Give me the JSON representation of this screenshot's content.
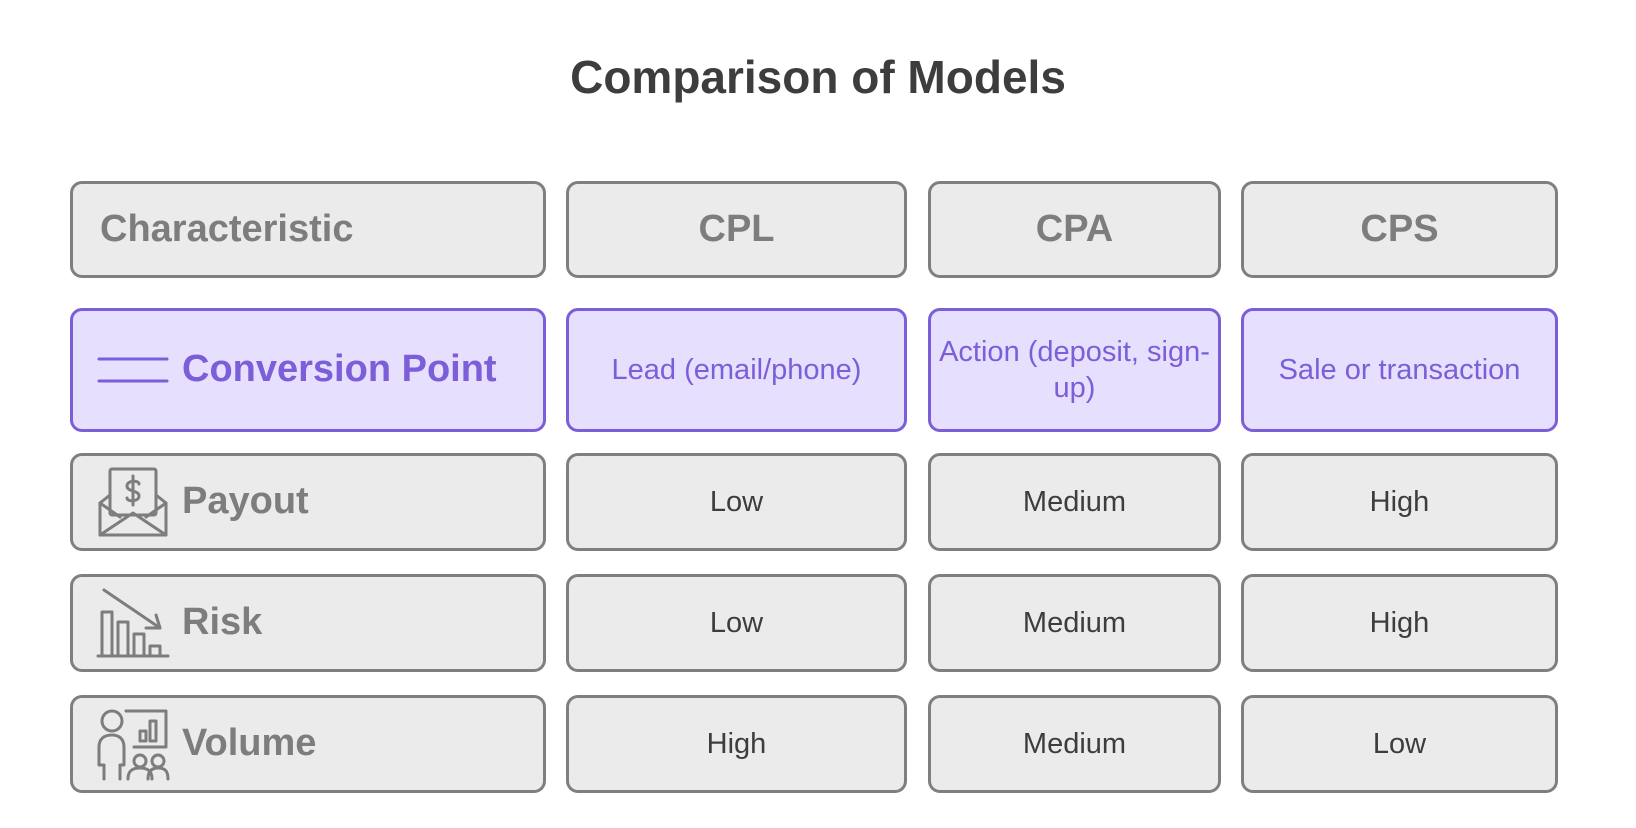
{
  "title": "Comparison of Models",
  "header": {
    "characteristic": "Characteristic",
    "columns": [
      "CPL",
      "CPA",
      "CPS"
    ]
  },
  "rows": [
    {
      "label": "Conversion Point",
      "icon": "lines-icon",
      "values": [
        "Lead (email/phone)",
        "Action (deposit, sign-up)",
        "Sale or transaction"
      ]
    },
    {
      "label": "Payout",
      "icon": "money-envelope-icon",
      "values": [
        "Low",
        "Medium",
        "High"
      ]
    },
    {
      "label": "Risk",
      "icon": "declining-chart-icon",
      "values": [
        "Low",
        "Medium",
        "High"
      ]
    },
    {
      "label": "Volume",
      "icon": "audience-chart-icon",
      "values": [
        "High",
        "Medium",
        "Low"
      ]
    }
  ],
  "colors": {
    "highlight_fill": "#e6e0fe",
    "highlight_border": "#7b5ed8",
    "cell_fill": "#ebebeb",
    "cell_border": "#7f7f7f"
  }
}
